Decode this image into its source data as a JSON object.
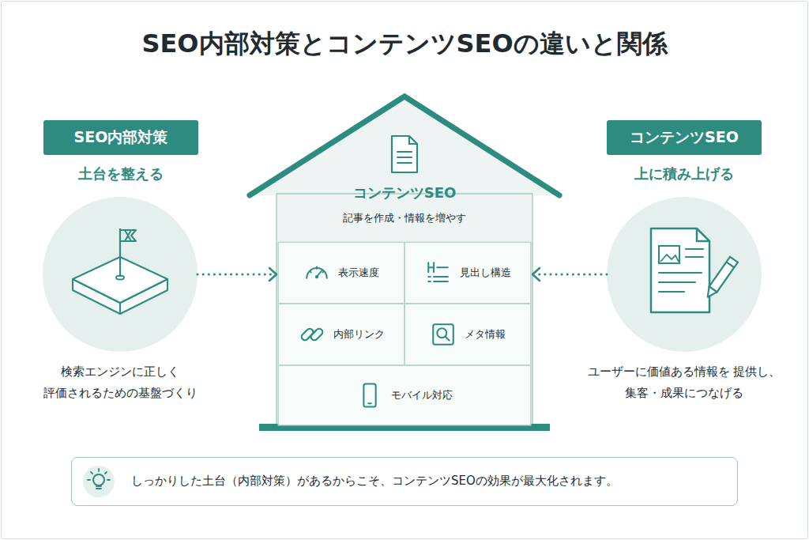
{
  "diagram": {
    "title": "SEO内部対策とコンテンツSEOの違いと関係",
    "nodes": [
      {
        "text": [
          "SEO内部対策",
          "土台を整える"
        ]
      },
      {
        "text": [
          "検索エンジンに正しく 評価されるための基盤づくり"
        ]
      },
      {
        "text": [
          "コンテンツSEO",
          "記事を作成・情報を増やす"
        ]
      },
      {
        "text": [
          "表示速度"
        ],
        "in": 2
      },
      {
        "text": [
          "見出し構造"
        ],
        "in": 2
      },
      {
        "text": [
          "内部リンク"
        ],
        "in": 2
      },
      {
        "text": [
          "メタ情報"
        ],
        "in": 2
      },
      {
        "text": [
          "モバイル対応"
        ],
        "in": 2
      },
      {
        "text": [
          "コンテンツSEO",
          "上に積み上げる"
        ]
      },
      {
        "text": [
          "ユーザーに価値ある情報を 提供し、集客・成果につなげる"
        ]
      },
      {
        "text": [
          "しっかりした土台（内部対策）があるからこそ、コンテンツSEOの効果が最大化されます。"
        ]
      }
    ],
    "edges": [
      {
        "from": 1,
        "to": 2,
        "arrow": "to"
      },
      {
        "from": 9,
        "to": 2,
        "arrow": "to"
      }
    ]
  }
}
